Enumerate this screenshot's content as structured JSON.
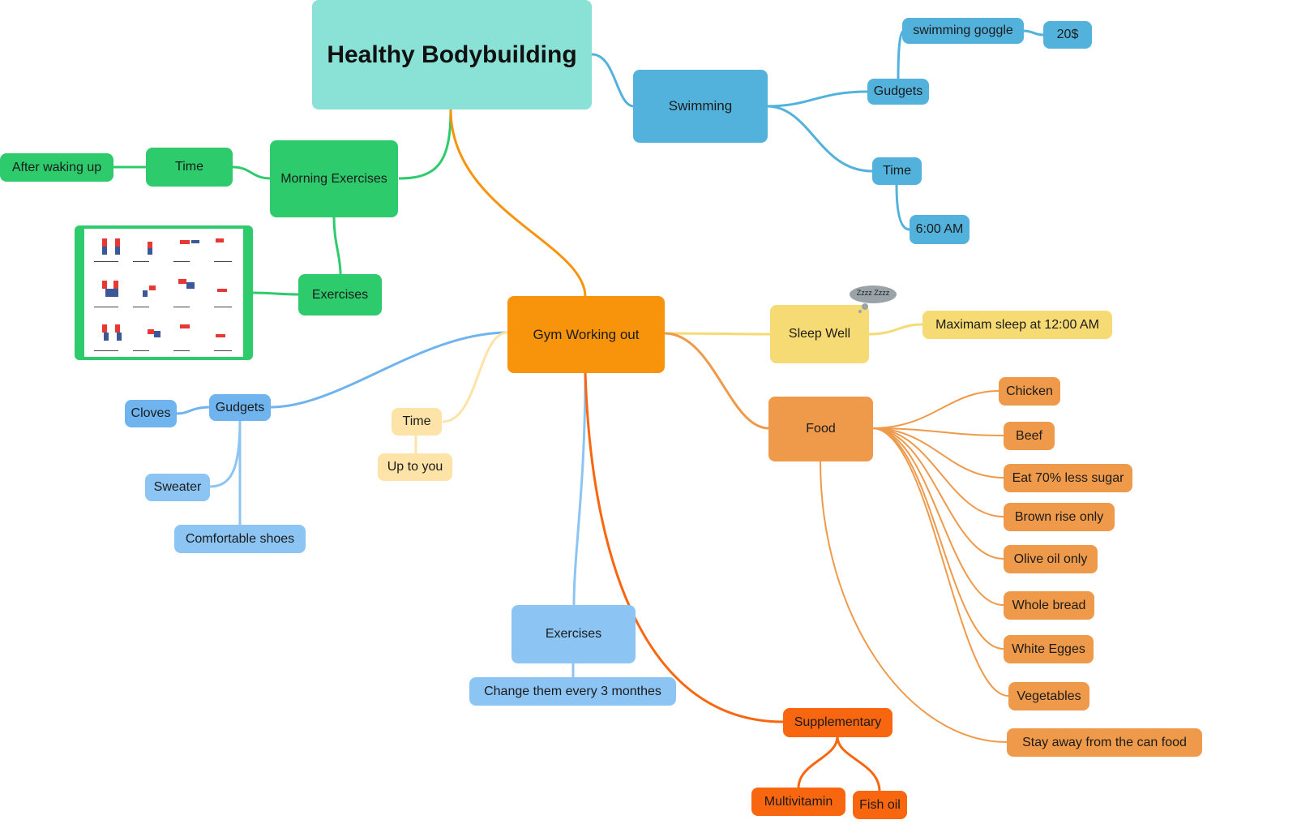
{
  "map": {
    "root": {
      "label": "Healthy Bodybuilding"
    },
    "swimming": {
      "label": "Swimming",
      "gadgets": {
        "label": "Gudgets",
        "item": "swimming goggle",
        "price": "20$"
      },
      "time": {
        "label": "Time",
        "value": "6:00 AM"
      }
    },
    "morning": {
      "label": "Morning Exercises",
      "time": {
        "label": "Time",
        "value": "After waking up"
      },
      "exercises": {
        "label": "Exercises"
      }
    },
    "gym": {
      "label": "Gym Working out",
      "time": {
        "label": "Time",
        "value": "Up to you"
      },
      "gadgets": {
        "label": "Gudgets",
        "items": [
          "Cloves",
          "Sweater",
          "Comfortable shoes"
        ]
      },
      "exercises": {
        "label": "Exercises",
        "note": "Change them every 3 monthes"
      },
      "sleep": {
        "label": "Sleep Well",
        "note": "Maximam sleep at 12:00 AM",
        "sticker": "Zzzz Zzzz"
      },
      "food": {
        "label": "Food",
        "items": [
          "Chicken",
          "Beef",
          "Eat 70% less sugar",
          "Brown rise only",
          "Olive oil only",
          "Whole bread",
          "White Egges",
          "Vegetables",
          "Stay away from the can food"
        ]
      },
      "supplementary": {
        "label": "Supplementary",
        "items": [
          "Multivitamin",
          "Fish oil"
        ]
      }
    }
  },
  "colors": {
    "root": "#8ae2d6",
    "swimming": "#53b2dc",
    "morning": "#2dcb6c",
    "gym": "#f7940c",
    "gym_gadgets": "#6fb4ee",
    "gym_time": "#fde3a7",
    "gym_exercises": "#8cc4f4",
    "sleep": "#f6da73",
    "food": "#ef9a4a",
    "supplementary": "#f8660f"
  }
}
